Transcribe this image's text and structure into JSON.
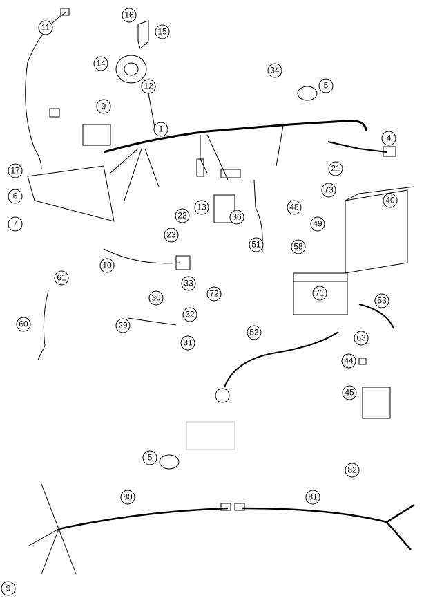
{
  "diagram": {
    "type": "exploded-parts-diagram",
    "line_color": "#000000",
    "callouts": [
      "11",
      "16",
      "15",
      "14",
      "12",
      "34",
      "5",
      "9",
      "1",
      "4",
      "17",
      "21",
      "6",
      "73",
      "40",
      "13",
      "36",
      "48",
      "49",
      "22",
      "7",
      "23",
      "51",
      "58",
      "10",
      "61",
      "33",
      "30",
      "72",
      "71",
      "53",
      "32",
      "60",
      "29",
      "31",
      "52",
      "63",
      "44",
      "45",
      "5",
      "82",
      "80",
      "81",
      "9"
    ]
  }
}
